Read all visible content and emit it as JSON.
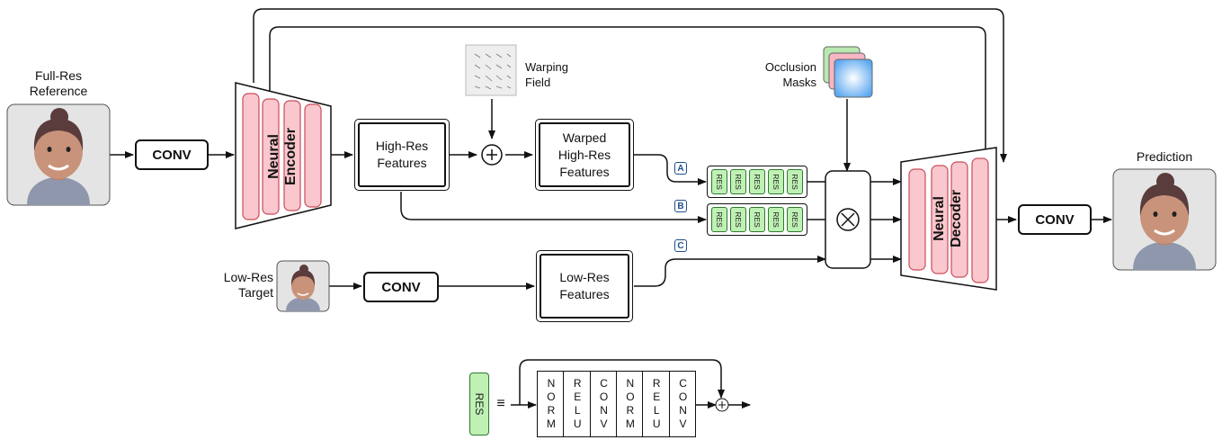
{
  "inputs": {
    "full_res_reference": "Full-Res\nReference",
    "low_res_target": "Low-Res\nTarget",
    "prediction": "Prediction"
  },
  "conv_label": "CONV",
  "encoder": {
    "line1": "Neural",
    "line2": "Encoder"
  },
  "decoder": {
    "line1": "Neural",
    "line2": "Decoder"
  },
  "features": {
    "high_res": "High-Res\nFeatures",
    "warped": "Warped\nHigh-Res\nFeatures",
    "low_res": "Low-Res\nFeatures"
  },
  "warping_field": "Warping\nField",
  "occlusion_masks": "Occlusion\nMasks",
  "badges": [
    "A",
    "B",
    "C"
  ],
  "res_label": "RES",
  "legend": {
    "equiv": "≡",
    "columns": [
      "NORM",
      "RELU",
      "CONV",
      "NORM",
      "RELU",
      "CONV"
    ]
  },
  "colors": {
    "encoder_fill": "#f9c7cd",
    "encoder_stroke": "#c94c5a",
    "res_fill": "#bff0b4",
    "res_stroke": "#2d7a2d",
    "badge": "#1f4f8f"
  }
}
